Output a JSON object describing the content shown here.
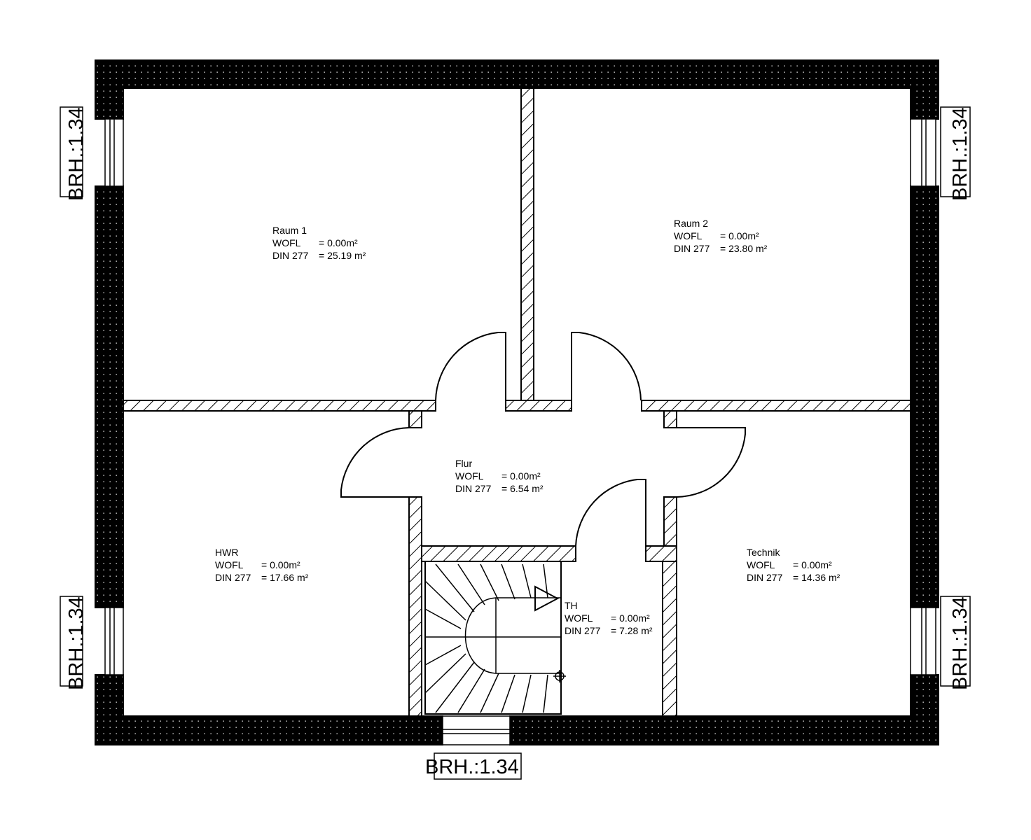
{
  "rooms": [
    {
      "name": "Raum 1",
      "wofl_label": "WOFL",
      "wofl_value": "= 0.00m²",
      "din_label": "DIN 277",
      "din_value": "= 25.19 m²"
    },
    {
      "name": "Raum 2",
      "wofl_label": "WOFL",
      "wofl_value": "= 0.00m²",
      "din_label": "DIN 277",
      "din_value": "= 23.80 m²"
    },
    {
      "name": "Flur",
      "wofl_label": "WOFL",
      "wofl_value": "= 0.00m²",
      "din_label": "DIN 277",
      "din_value": "= 6.54 m²"
    },
    {
      "name": "HWR",
      "wofl_label": "WOFL",
      "wofl_value": "= 0.00m²",
      "din_label": "DIN 277",
      "din_value": "= 17.66 m²"
    },
    {
      "name": "Technik",
      "wofl_label": "WOFL",
      "wofl_value": "= 0.00m²",
      "din_label": "DIN 277",
      "din_value": "= 14.36 m²"
    },
    {
      "name": "TH",
      "wofl_label": "WOFL",
      "wofl_value": "= 0.00m²",
      "din_label": "DIN 277",
      "din_value": "= 7.28 m²"
    }
  ],
  "windows": [
    {
      "id": "west-top",
      "label": "BRH.:1.34"
    },
    {
      "id": "west-bottom",
      "label": "BRH.:1.34"
    },
    {
      "id": "east-top",
      "label": "BRH.:1.34"
    },
    {
      "id": "east-bottom",
      "label": "BRH.:1.34"
    },
    {
      "id": "south",
      "label": "BRH.:1.34"
    }
  ],
  "colors": {
    "wall": "#000000",
    "background": "#ffffff",
    "line": "#000000"
  }
}
